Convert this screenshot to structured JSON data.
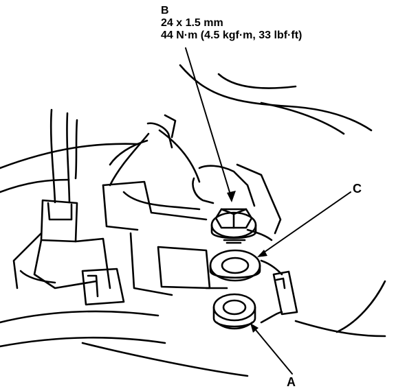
{
  "labels": {
    "bolt": "B",
    "bolt_size": "24 x 1.5 mm",
    "bolt_torque": "44 N·m (4.5 kgf·m, 33 lbf·ft)",
    "washer": "C",
    "nut": "A"
  }
}
